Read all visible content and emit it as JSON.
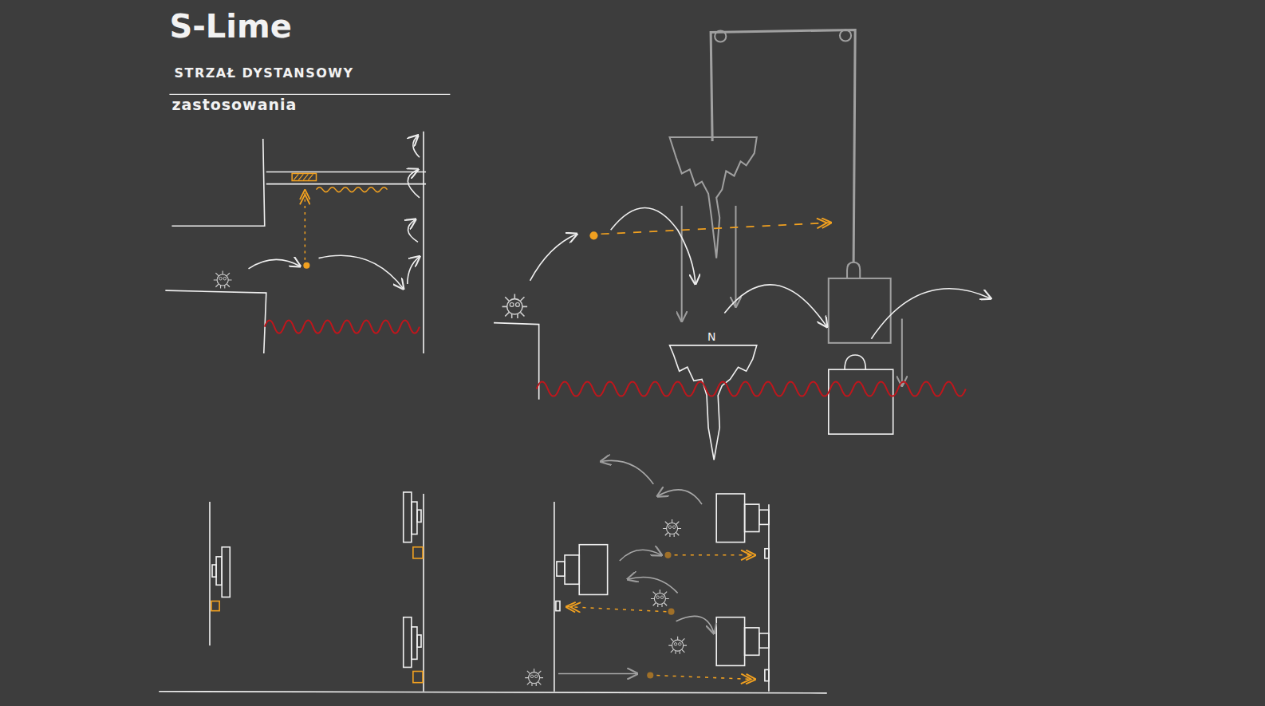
{
  "diagram": {
    "title": "S-Lime",
    "labels": [
      "STRZAŁ DYSTANSOWY",
      "zastosowania",
      "N"
    ]
  }
}
